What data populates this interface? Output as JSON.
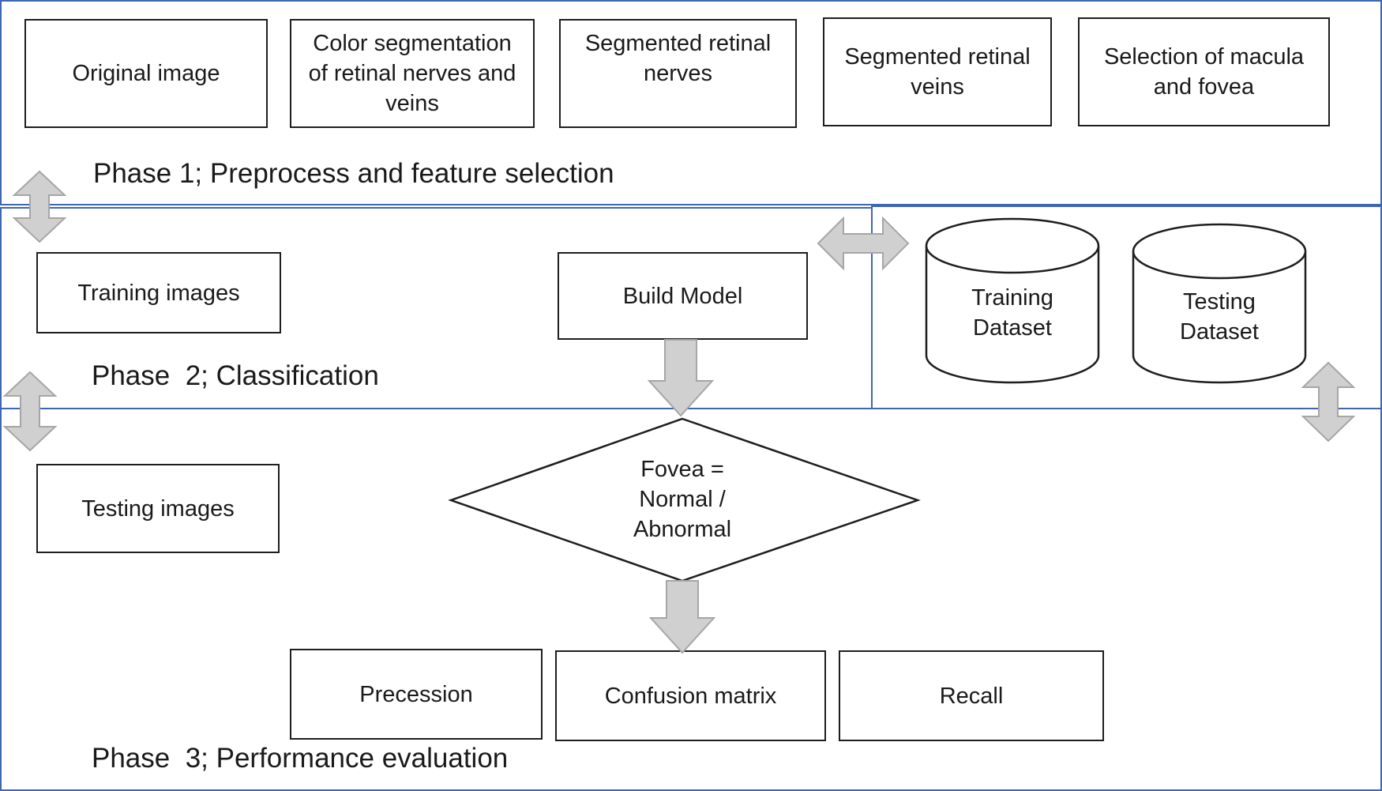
{
  "phase1": {
    "label": "Phase 1; Preprocess and feature selection",
    "boxes": [
      {
        "text": "Original image"
      },
      {
        "text": "Color segmentation of retinal nerves and veins"
      },
      {
        "text": "Segmented retinal nerves"
      },
      {
        "text": "Segmented retinal veins"
      },
      {
        "text": "Selection of macula and fovea"
      }
    ]
  },
  "phase2": {
    "label": "Phase  2; Classification",
    "training_images": "Training images",
    "build_model": "Build Model",
    "datasets": [
      {
        "text": "Training Dataset"
      },
      {
        "text": "Testing Dataset"
      }
    ]
  },
  "phase3": {
    "label": "Phase  3; Performance evaluation",
    "testing_images": "Testing images",
    "decision": "Fovea = Normal / Abnormal",
    "metrics": [
      {
        "text": "Precession"
      },
      {
        "text": "Confusion matrix"
      },
      {
        "text": "Recall"
      }
    ]
  },
  "colors": {
    "frame": "#3f67b1",
    "box_border": "#1e1e1e",
    "arrow_fill": "#d0d0d0",
    "arrow_stroke": "#a6a6a6"
  }
}
